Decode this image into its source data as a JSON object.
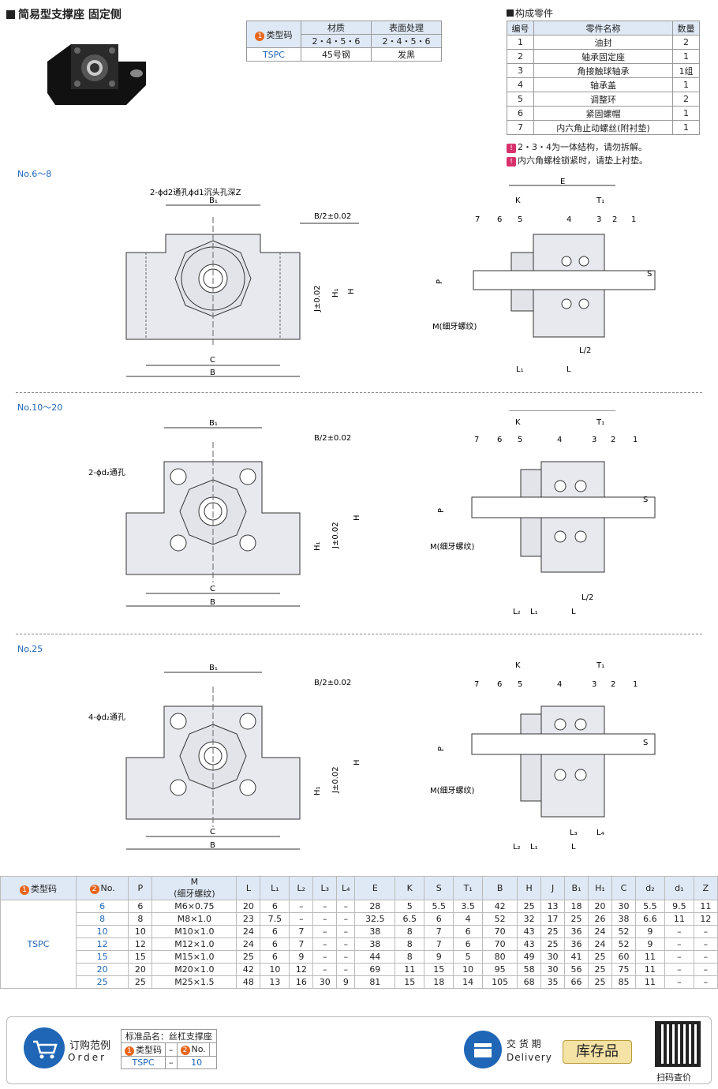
{
  "title": "简易型支撑座  固定侧",
  "spec_table": {
    "headers": [
      "类型码",
      "材质",
      "表面处理"
    ],
    "type_badge": "1",
    "subheaders": [
      "2・4・5・6",
      "2・4・5・6"
    ],
    "row": [
      "TSPC",
      "45号钢",
      "发黑"
    ]
  },
  "parts": {
    "title": "构成零件",
    "headers": [
      "编号",
      "零件名称",
      "数量"
    ],
    "rows": [
      [
        "1",
        "油封",
        "2"
      ],
      [
        "2",
        "轴承固定座",
        "1"
      ],
      [
        "3",
        "角接触球轴承",
        "1组"
      ],
      [
        "4",
        "轴承盖",
        "1"
      ],
      [
        "5",
        "调整环",
        "2"
      ],
      [
        "6",
        "紧固螺帽",
        "1"
      ],
      [
        "7",
        "内六角止动螺丝(附衬垫)",
        "1"
      ]
    ],
    "notes": [
      "2・3・4为一体结构，请勿拆解。",
      "内六角螺栓锁紧时，请垫上衬垫。"
    ]
  },
  "drawings": {
    "sec1": "No.6～8",
    "sec2": "No.10～20",
    "sec3": "No.25",
    "hole1": "2-ϕd2通孔ϕd1沉头孔深Z",
    "hole2": "2-ϕd₂通孔",
    "hole3": "4-ϕd₂通孔",
    "m_label": "M(细牙螺纹)",
    "b_half": "B/2±0.02",
    "j_tol": "J±0.02",
    "dims": {
      "B1": "B₁",
      "B": "B",
      "C": "C",
      "H": "H",
      "H1": "H₁",
      "E": "E",
      "K": "K",
      "T1": "T₁",
      "P": "P",
      "S": "S",
      "L": "L",
      "L1": "L₁",
      "L2": "L₂",
      "L3": "L₃",
      "L4": "L₄",
      "Lh": "L/2"
    },
    "nums": [
      "7",
      "6",
      "5",
      "4",
      "3",
      "2",
      "1"
    ]
  },
  "data_table": {
    "headers": [
      "类型码",
      "No.",
      "P",
      "M\n(细牙螺纹)",
      "L",
      "L₁",
      "L₂",
      "L₃",
      "L₄",
      "E",
      "K",
      "S",
      "T₁",
      "B",
      "H",
      "J",
      "B₁",
      "H₁",
      "C",
      "d₂",
      "d₁",
      "Z"
    ],
    "type": "TSPC",
    "rows": [
      [
        "6",
        "6",
        "M6×0.75",
        "20",
        "6",
        "–",
        "–",
        "–",
        "28",
        "5",
        "5.5",
        "3.5",
        "42",
        "25",
        "13",
        "18",
        "20",
        "30",
        "5.5",
        "9.5",
        "11"
      ],
      [
        "8",
        "8",
        "M8×1.0",
        "23",
        "7.5",
        "–",
        "–",
        "–",
        "32.5",
        "6.5",
        "6",
        "4",
        "52",
        "32",
        "17",
        "25",
        "26",
        "38",
        "6.6",
        "11",
        "12"
      ],
      [
        "10",
        "10",
        "M10×1.0",
        "24",
        "6",
        "7",
        "–",
        "–",
        "38",
        "8",
        "7",
        "6",
        "70",
        "43",
        "25",
        "36",
        "24",
        "52",
        "9",
        "–",
        "–"
      ],
      [
        "12",
        "12",
        "M12×1.0",
        "24",
        "6",
        "7",
        "–",
        "–",
        "38",
        "8",
        "7",
        "6",
        "70",
        "43",
        "25",
        "36",
        "24",
        "52",
        "9",
        "–",
        "–"
      ],
      [
        "15",
        "15",
        "M15×1.0",
        "25",
        "6",
        "9",
        "–",
        "–",
        "44",
        "8",
        "9",
        "5",
        "80",
        "49",
        "30",
        "41",
        "25",
        "60",
        "11",
        "–",
        "–"
      ],
      [
        "20",
        "20",
        "M20×1.0",
        "42",
        "10",
        "12",
        "–",
        "–",
        "69",
        "11",
        "15",
        "10",
        "95",
        "58",
        "30",
        "56",
        "25",
        "75",
        "11",
        "–",
        "–"
      ],
      [
        "25",
        "25",
        "M25×1.5",
        "48",
        "13",
        "16",
        "30",
        "9",
        "81",
        "15",
        "18",
        "14",
        "105",
        "68",
        "35",
        "66",
        "25",
        "85",
        "11",
        "–",
        "–"
      ]
    ]
  },
  "order": {
    "label": "订购范例",
    "label_en": "Order",
    "std_name": "标准品名：丝杠支撑座",
    "col1": "类型码",
    "col2": "No.",
    "dash": "–",
    "val1": "TSPC",
    "val2": "10",
    "delivery": "交 货 期",
    "delivery_en": "Delivery",
    "stock": "库存品",
    "qr": "扫码查价"
  }
}
